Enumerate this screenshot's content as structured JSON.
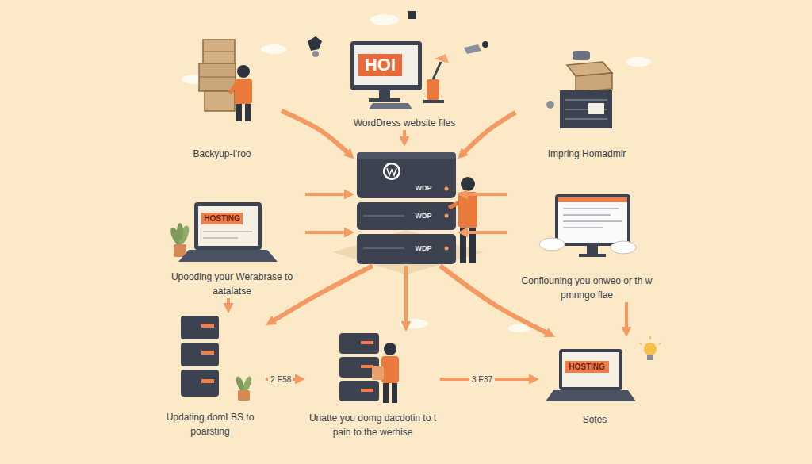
{
  "diagram": {
    "nodes": [
      {
        "text": [
          "Backyup-I'roo"
        ]
      },
      {
        "text": [
          "HOI",
          "WordDress website files"
        ]
      },
      {
        "text": [
          "Impring Homadmir"
        ]
      },
      {
        "text": [
          "HOSTING",
          "Upooding your Werabrase to aatalatse"
        ]
      },
      {
        "text": [
          "WDP",
          "WDP",
          "WDP"
        ]
      },
      {
        "text": [
          "Confiouning you onweo or th w pmnngo flae"
        ]
      },
      {
        "text": [
          "Updating domLBS to poarsting"
        ]
      },
      {
        "text": [
          "Unatte you domg dacdotin to t pain to the werhise"
        ]
      },
      {
        "text": [
          "HOSTING",
          "Sotes"
        ]
      }
    ],
    "edges": [
      {
        "from": 0,
        "to": 4,
        "arrow": "to"
      },
      {
        "from": 1,
        "to": 4,
        "arrow": "to"
      },
      {
        "from": 2,
        "to": 4,
        "arrow": "to"
      },
      {
        "from": 3,
        "to": 4,
        "arrow": "to"
      },
      {
        "from": 3,
        "to": 4,
        "arrow": "to"
      },
      {
        "from": 5,
        "to": 4,
        "arrow": "to"
      },
      {
        "from": 5,
        "to": 4,
        "arrow": "to"
      },
      {
        "from": 4,
        "to": 6,
        "arrow": "to"
      },
      {
        "from": 4,
        "to": 7,
        "arrow": "to"
      },
      {
        "from": 4,
        "to": 8,
        "arrow": "to"
      },
      {
        "from": 3,
        "to": 6,
        "arrow": "to"
      },
      {
        "from": 5,
        "to": 8,
        "arrow": "to"
      },
      {
        "from": 6,
        "to": 7,
        "label": "2 E58",
        "arrow": "to"
      },
      {
        "from": 7,
        "to": 8,
        "label": "3 E37",
        "arrow": "to"
      }
    ]
  }
}
